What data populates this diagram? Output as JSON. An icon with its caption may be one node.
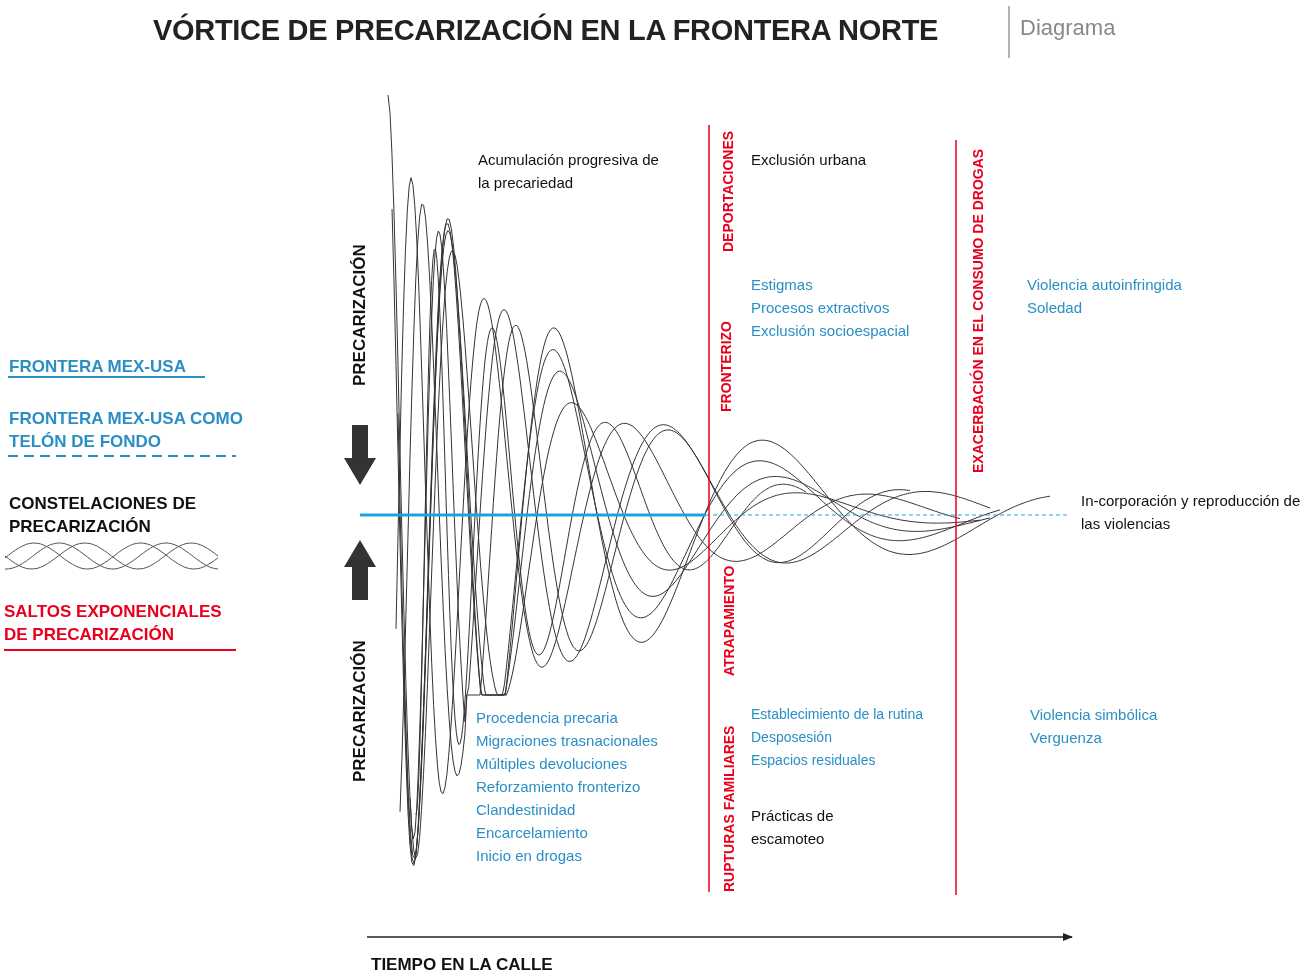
{
  "diagram": {
    "title": "VÓRTICE DE PRECARIZACIÓN EN LA FRONTERA NORTE",
    "labels": [
      "Diagrama",
      "Acumulación progresiva de la precariedad",
      "DEPORTACIONES",
      "Exclusión urbana",
      "EXACERBACIÓN EN EL CONSUMO DE DROGAS",
      "Estigmas",
      "Procesos extractivos",
      "Exclusión socioespacial",
      "Violencia autoinfringida",
      "Soledad",
      "PRECARIZACIÓN",
      "FRONTERIZO",
      "In-corporación y reproducción de las violencias",
      "ATRAPAMIENTO",
      "PRECARIZACIÓN",
      "Procedencia precaria",
      "Migraciones trasnacionales",
      "Múltiples devoluciones",
      "Reforzamiento fronterizo",
      "Clandestinidad",
      "Encarcelamiento",
      "Inicio en drogas",
      "Establecimiento de la rutina",
      "Desposesión",
      "Espacios residuales",
      "Violencia simbólica",
      "Verguenza",
      "RUPTURAS FAMILIARES",
      "Prácticas de escamoteo",
      "TIEMPO EN LA CALLE"
    ],
    "legend": [
      {
        "text": "FRONTERA MEX-USA"
      },
      {
        "text": "FRONTERA MEX-USA COMO TELÓN DE FONDO"
      },
      {
        "text": "CONSTELACIONES DE PRECARIZACIÓN"
      },
      {
        "text": "SALTOS EXPONENCIALES DE PRECARIZACIÓN"
      }
    ]
  }
}
